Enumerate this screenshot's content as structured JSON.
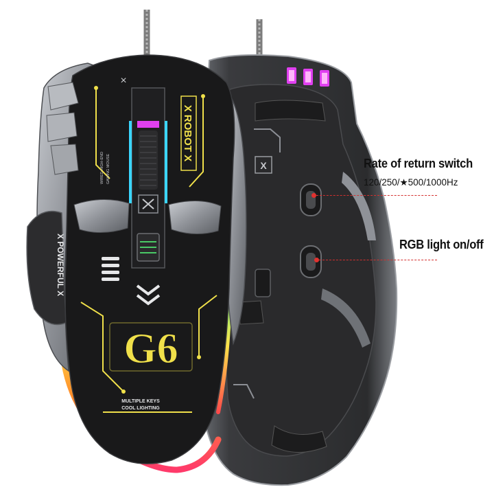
{
  "product": {
    "top_badge": "X ROBOT X",
    "side_badge": "X POWERFUL X",
    "model": "G6",
    "tagline_1": "MULTIPLE KEYS",
    "tagline_2": "COOL LIGHTING",
    "small_text_1": "WIRED HIGH-END",
    "small_text_2": "GAMING MOUSE",
    "logo_mark": "X"
  },
  "callouts": [
    {
      "title": "Rate of return switch",
      "subtitle": "120/250/★500/1000Hz"
    },
    {
      "title": "RGB light on/off"
    }
  ],
  "colors": {
    "shell": "#1a1a1b",
    "panel": "#8c8f95",
    "accent_yellow": "#f0e04a",
    "rgb_magenta": "#e040f0",
    "rgb_cyan": "#2fd8ff",
    "pointer_red": "#e0322f"
  }
}
